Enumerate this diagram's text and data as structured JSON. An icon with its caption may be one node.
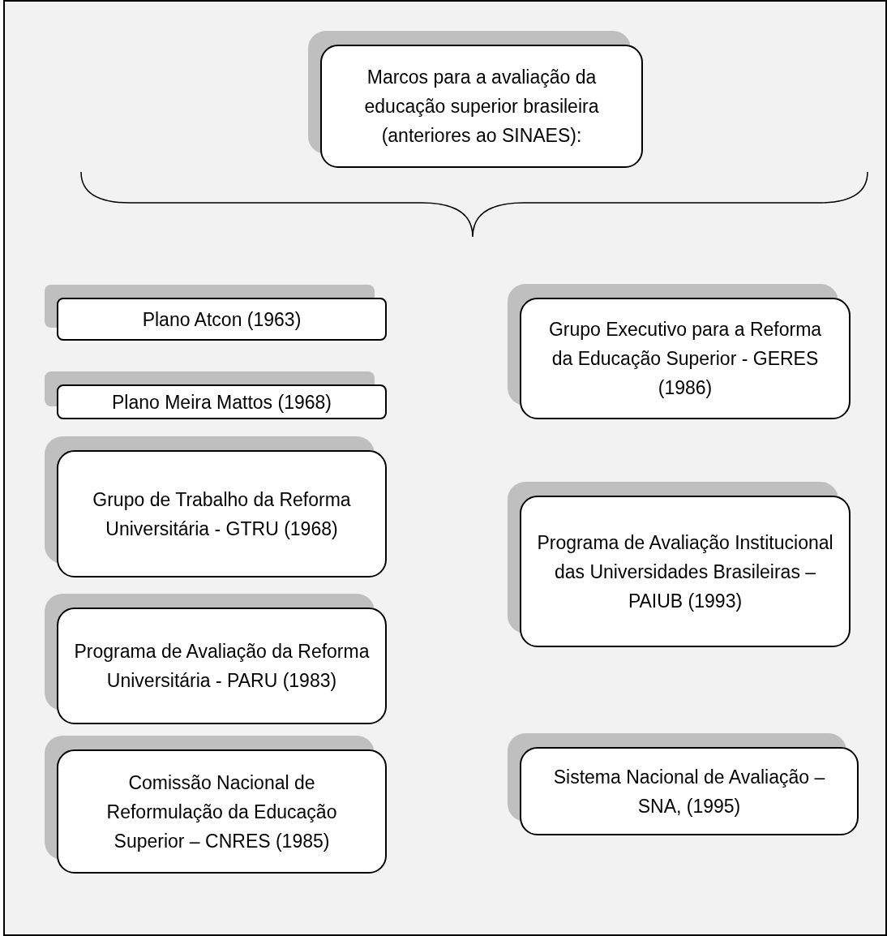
{
  "diagram": {
    "nodes": [
      {
        "text": [
          "Marcos para a avaliação da educação superior brasileira (anteriores ao SINAES):"
        ]
      },
      {
        "text": [
          "Plano Atcon (1963)"
        ]
      },
      {
        "text": [
          "Plano Meira Mattos (1968)"
        ]
      },
      {
        "text": [
          "Grupo de Trabalho da Reforma Universitária - GTRU (1968)"
        ]
      },
      {
        "text": [
          "Programa de Avaliação da Reforma Universitária - PARU (1983)"
        ]
      },
      {
        "text": [
          "Comissão Nacional de Reformulação da Educação Superior – CNRES (1985)"
        ]
      },
      {
        "text": [
          "Grupo Executivo para a Reforma da Educação Superior - GERES (1986)"
        ]
      },
      {
        "text": [
          "Programa de Avaliação Institucional das Universidades Brasileiras – PAIUB (1993)"
        ]
      },
      {
        "text": [
          "Sistema Nacional de Avaliação – SNA, (1995)"
        ]
      }
    ]
  }
}
